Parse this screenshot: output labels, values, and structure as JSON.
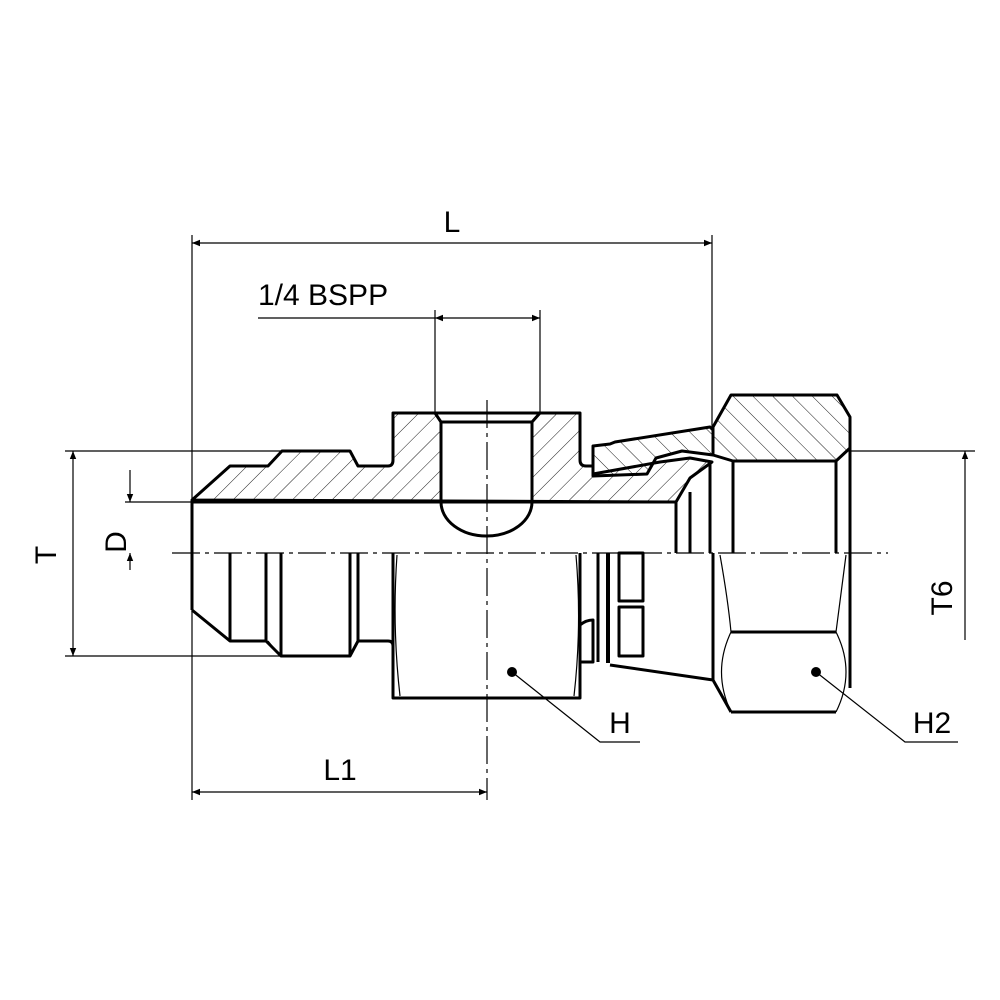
{
  "drawing": {
    "labels": {
      "L": "L",
      "L1": "L1",
      "port": "1/4 BSPP",
      "T": "T",
      "D": "D",
      "T6": "T6",
      "H": "H",
      "H2": "H2"
    }
  }
}
